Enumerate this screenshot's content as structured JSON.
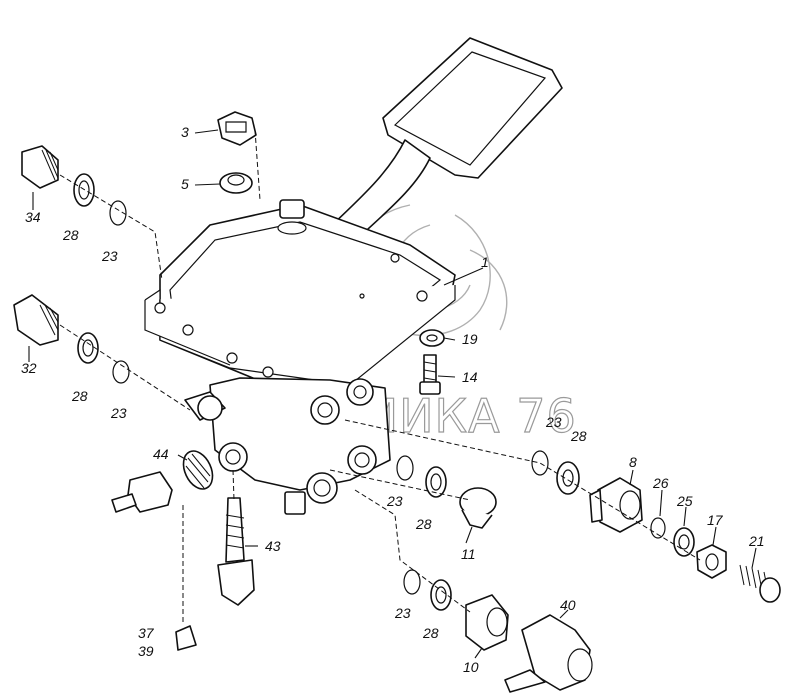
{
  "watermark": {
    "text": "ДИНАМИКА 76"
  },
  "callouts": {
    "p1": "1",
    "p3": "3",
    "p5": "5",
    "p8": "8",
    "p10": "10",
    "p11": "11",
    "p14": "14",
    "p17": "17",
    "p19": "19",
    "p21": "21",
    "p23a": "23",
    "p23b": "23",
    "p23c": "23",
    "p23d": "23",
    "p23e": "23",
    "p25": "25",
    "p26": "26",
    "p28a": "28",
    "p28b": "28",
    "p28c": "28",
    "p28d": "28",
    "p28e": "28",
    "p32": "32",
    "p34": "34",
    "p37": "37",
    "p39": "39",
    "p40": "40",
    "p43": "43",
    "p44": "44"
  }
}
